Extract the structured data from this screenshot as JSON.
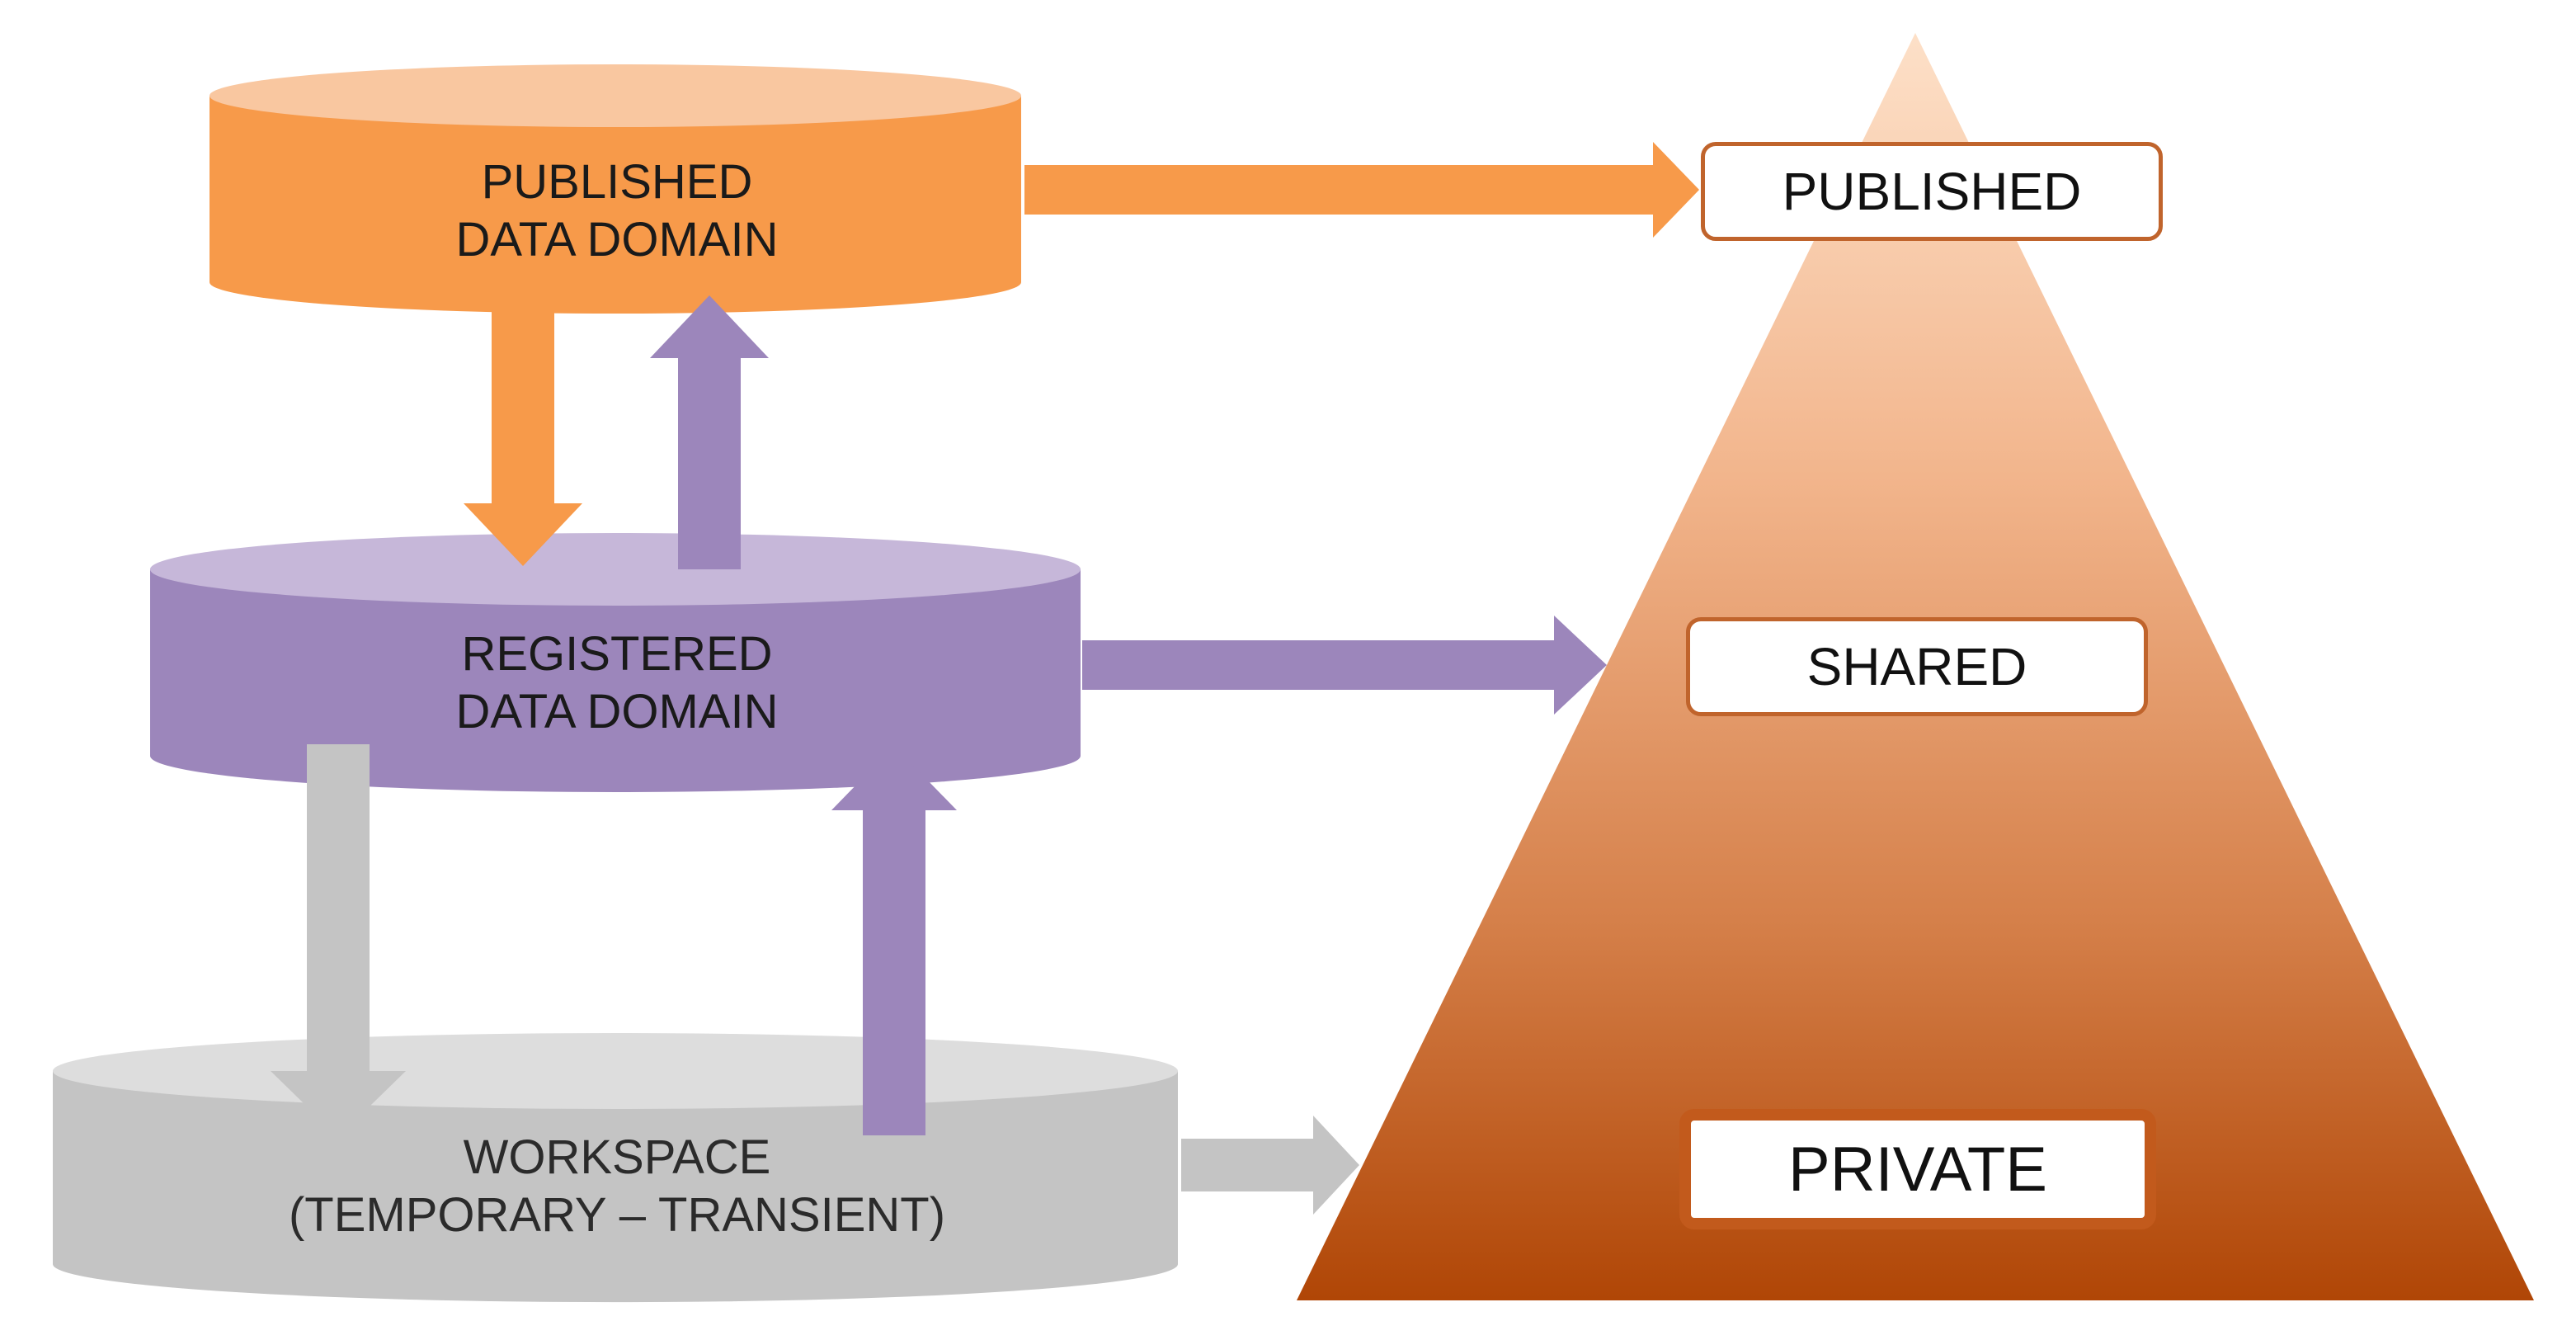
{
  "domains": {
    "published": {
      "line1": "PUBLISHED",
      "line2": "DATA DOMAIN"
    },
    "registered": {
      "line1": "REGISTERED",
      "line2": "DATA DOMAIN"
    },
    "workspace": {
      "line1": "WORKSPACE",
      "line2": "(TEMPORARY – TRANSIENT)"
    }
  },
  "tiers": {
    "published": "PUBLISHED",
    "shared": "SHARED",
    "private": "PRIVATE"
  },
  "colors": {
    "published_fill": "#f79a4a",
    "published_top": "#f9c49b",
    "registered_fill": "#9c86bb",
    "registered_top": "#c4b5d8",
    "workspace_fill": "#c4c4c4",
    "workspace_top": "#dcdcdc",
    "arrow_orange": "#f79a4a",
    "arrow_purple": "#9c86bb",
    "arrow_gray": "#c4c4c4",
    "pyramid_top": "#fcd0b0",
    "pyramid_bottom": "#b34a06",
    "tier_border": "#c0642c"
  }
}
